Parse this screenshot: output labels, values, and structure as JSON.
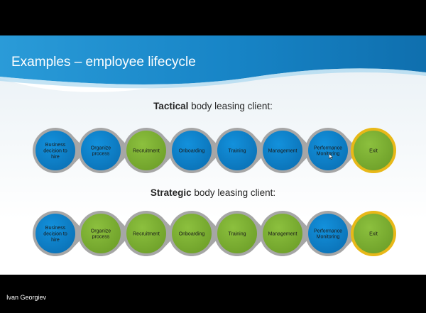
{
  "slide": {
    "title": "Examples – employee lifecycle",
    "rows": [
      {
        "heading_bold": "Tactical",
        "heading_rest": " body leasing client:",
        "steps": [
          {
            "label": [
              "Business",
              "decision to",
              "hire"
            ],
            "color": "blue"
          },
          {
            "label": [
              "Organize",
              "process"
            ],
            "color": "blue"
          },
          {
            "label": [
              "Recruitment"
            ],
            "color": "green"
          },
          {
            "label": [
              "Onboarding"
            ],
            "color": "blue"
          },
          {
            "label": [
              "Training"
            ],
            "color": "blue"
          },
          {
            "label": [
              "Management"
            ],
            "color": "blue"
          },
          {
            "label": [
              "Performance",
              "Monitoring"
            ],
            "color": "blue"
          },
          {
            "label": [
              "Exit"
            ],
            "color": "green"
          }
        ]
      },
      {
        "heading_bold": "Strategic",
        "heading_rest": " body leasing client:",
        "steps": [
          {
            "label": [
              "Business",
              "decision to",
              "hire"
            ],
            "color": "blue"
          },
          {
            "label": [
              "Organize",
              "process"
            ],
            "color": "green"
          },
          {
            "label": [
              "Recruitment"
            ],
            "color": "green"
          },
          {
            "label": [
              "Onboarding"
            ],
            "color": "green"
          },
          {
            "label": [
              "Training"
            ],
            "color": "green"
          },
          {
            "label": [
              "Management"
            ],
            "color": "green"
          },
          {
            "label": [
              "Performance",
              "Monitoring"
            ],
            "color": "blue"
          },
          {
            "label": [
              "Exit"
            ],
            "color": "green"
          }
        ]
      }
    ]
  },
  "colors": {
    "blue_fill": "#1391dc",
    "blue_fill_edge": "#0b73b8",
    "green_fill": "#8cc03e",
    "green_fill_edge": "#6fa12a",
    "gray_ring": "#a6a6a6",
    "gold_ring": "#e8b818",
    "header_blue": "#1a8fd0"
  },
  "presenter": {
    "name": "Ivan Georgiev"
  }
}
